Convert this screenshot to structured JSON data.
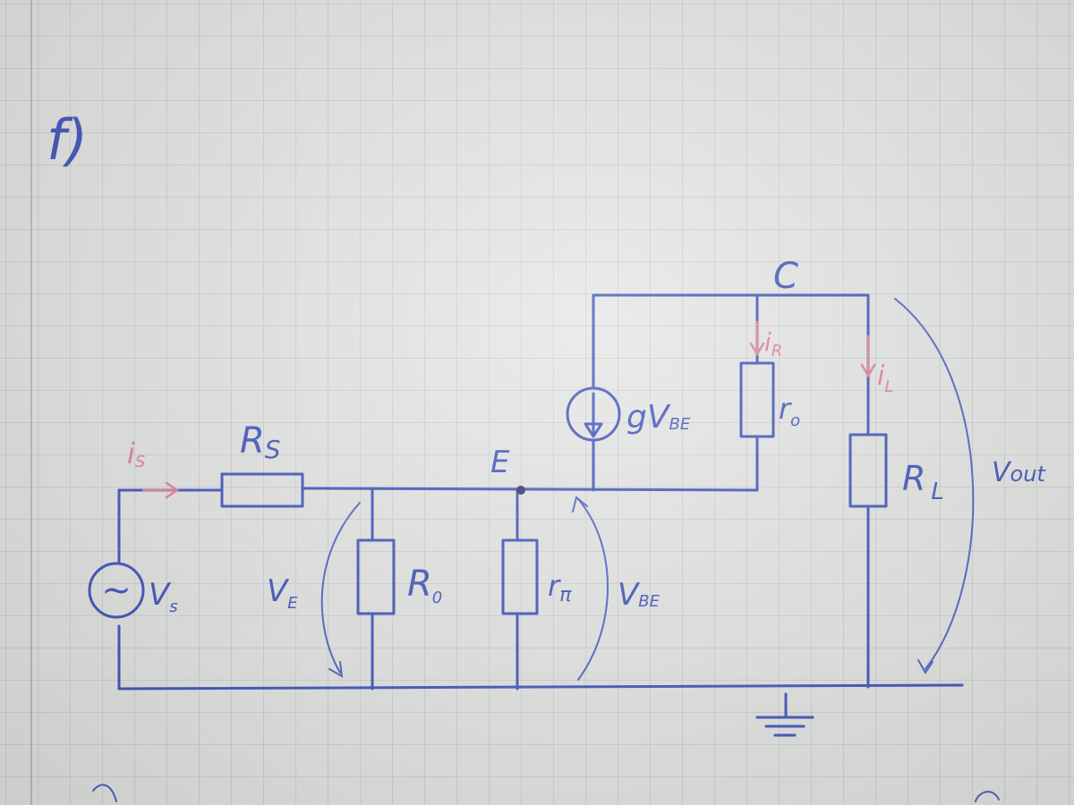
{
  "section_label": "f)",
  "nodes": {
    "collector": "C",
    "emitter": "E"
  },
  "components": {
    "source": {
      "symbol": "~",
      "label": "V",
      "label_sub": "s"
    },
    "source_resistor": {
      "label": "R",
      "label_sub": "S"
    },
    "resistor_r0": {
      "label": "R",
      "label_sub": "0"
    },
    "resistor_rpi": {
      "label": "r",
      "label_sub": "π"
    },
    "current_source": {
      "label": "gV",
      "label_sub": "BE"
    },
    "resistor_ro": {
      "label": "r",
      "label_sub": "o"
    },
    "load_resistor": {
      "label": "R",
      "label_sub": "L"
    }
  },
  "currents": {
    "is": {
      "label": "i",
      "label_sub": "S"
    },
    "ir": {
      "label": "i",
      "label_sub": "R"
    },
    "il": {
      "label": "i",
      "label_sub": "L"
    }
  },
  "voltages": {
    "ve": {
      "label": "V",
      "label_sub": "E"
    },
    "vbe": {
      "label": "V",
      "label_sub": "BE"
    },
    "vout": {
      "label": "V",
      "label_sub": "out"
    }
  },
  "colors": {
    "ink": "#3a4fb8",
    "red_ink": "#e07a98",
    "paper": "#e3e5e3"
  }
}
